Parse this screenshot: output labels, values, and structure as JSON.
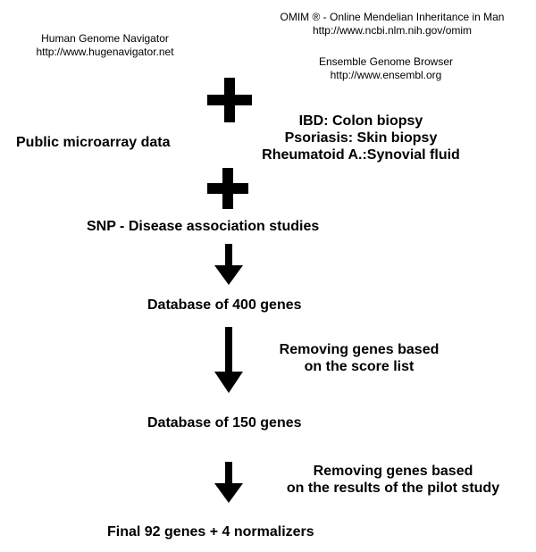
{
  "sources": {
    "hugenavigator": {
      "name": "Human Genome Navigator",
      "url": "http://www.hugenavigator.net"
    },
    "omim": {
      "name": "OMIM  ®   - Online Mendelian Inheritance in Man",
      "url": "http://www.ncbi.nlm.nih.gov/omim"
    },
    "ensembl": {
      "name": "Ensemble Genome Browser",
      "url": "http://www.ensembl.org"
    }
  },
  "inputs": {
    "microarray": "Public microarray data",
    "biopsies": [
      "IBD: Colon biopsy",
      "Psoriasis: Skin biopsy",
      "Rheumatoid A.:Synovial fluid"
    ],
    "snp": "SNP - Disease association studies"
  },
  "steps": {
    "db400": "Database of 400 genes",
    "removal1": [
      "Removing genes based",
      "on the score list"
    ],
    "db150": "Database of 150 genes",
    "removal2": [
      "Removing genes based",
      "on the results of the pilot study"
    ],
    "final": "Final 92 genes + 4 normalizers"
  },
  "colors": {
    "ink": "#000000",
    "background": "#ffffff"
  },
  "icons": [
    "plus-icon",
    "down-arrow-icon"
  ]
}
